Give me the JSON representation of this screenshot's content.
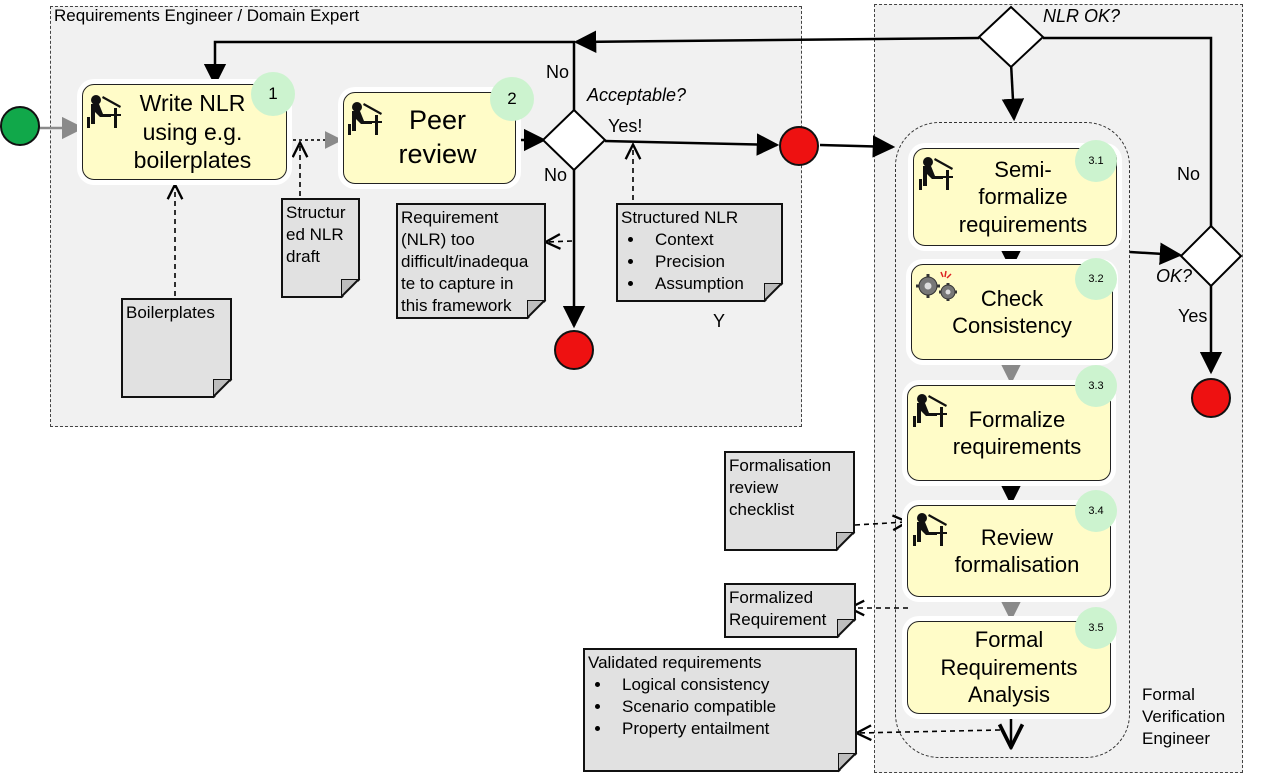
{
  "lanes": {
    "domain_expert": "Requirements Engineer / Domain Expert",
    "formal_engineer": "Formal\nVerification\nEngineer"
  },
  "tasks": {
    "t1": {
      "label": "Write NLR\nusing e.g.\nboilerplates",
      "badge": "1"
    },
    "t2": {
      "label": "Peer\nreview",
      "badge": "2"
    },
    "t31": {
      "label": "Semi-\nformalize\nrequirements",
      "badge": "3.1"
    },
    "t32": {
      "label": "Check\nConsistency",
      "badge": "3.2"
    },
    "t33": {
      "label": "Formalize\nrequirements",
      "badge": "3.3"
    },
    "t34": {
      "label": "Review\nformalisation",
      "badge": "3.4"
    },
    "t35": {
      "label": "Formal\nRequirements\nAnalysis",
      "badge": "3.5"
    }
  },
  "gateways": {
    "acceptable": "Acceptable?",
    "nlr_ok": "NLR OK?",
    "ok": "OK?"
  },
  "flow_labels": {
    "no_top": "No",
    "no_bottom": "No",
    "yes_accept": "Yes!",
    "no_ok": "No",
    "yes_ok": "Yes",
    "y_mark": "Y"
  },
  "documents": {
    "boilerplates": {
      "title": "Boilerplates"
    },
    "structured_draft": {
      "title": "Structur\ned NLR\ndraft"
    },
    "too_difficult": {
      "title": "Requirement\n(NLR) too\ndifficult/inadequa\nte to capture in\nthis framework"
    },
    "structured_nlr": {
      "title": "Structured NLR",
      "items": [
        "Context",
        "Precision",
        "Assumption"
      ]
    },
    "review_checklist": {
      "title": "Formalisation\nreview\nchecklist"
    },
    "formalized_req": {
      "title": "Formalized\nRequirement"
    },
    "validated_req": {
      "title": "Validated requirements",
      "items": [
        "Logical consistency",
        "Scenario compatible",
        "Property entailment"
      ]
    }
  },
  "colors": {
    "task_fill": "#fffcc8",
    "badge_fill": "#ccf3cf",
    "start_event": "#11a84a",
    "end_event": "#ee1111",
    "lane_fill": "#f1f1f1",
    "document_fill": "#e1e1e1"
  }
}
